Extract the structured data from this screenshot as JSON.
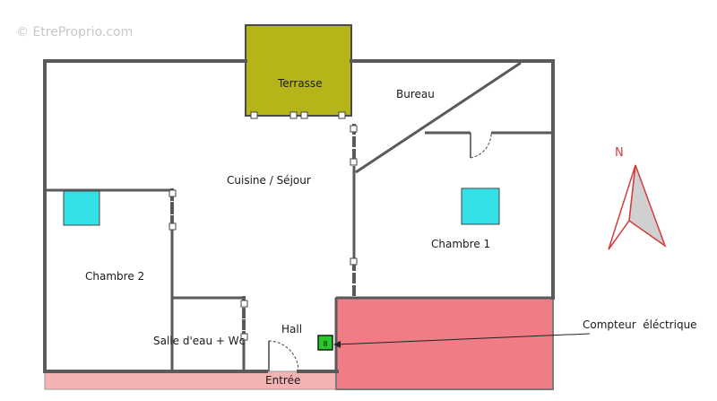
{
  "watermark": "© EtreProprio.com",
  "rooms": {
    "terrasse": "Terrasse",
    "bureau": "Bureau",
    "cuisine_sejour": "Cuisine / Séjour",
    "chambre1": "Chambre 1",
    "chambre2": "Chambre 2",
    "salle_eau": "Salle d'eau + Wc",
    "hall": "Hall",
    "entree": "Entrée"
  },
  "annotations": {
    "compteur": "Compteur  éléctrique",
    "compteur_marker": "8"
  },
  "compass": {
    "label": "N"
  },
  "colors": {
    "terrasse": "#b5b51a",
    "window": "#33e0e6",
    "entree_strip": "#f4b3b3",
    "pink_zone": "#f07c86",
    "compteur": "#28c828",
    "compass_red": "#d23c3c"
  }
}
